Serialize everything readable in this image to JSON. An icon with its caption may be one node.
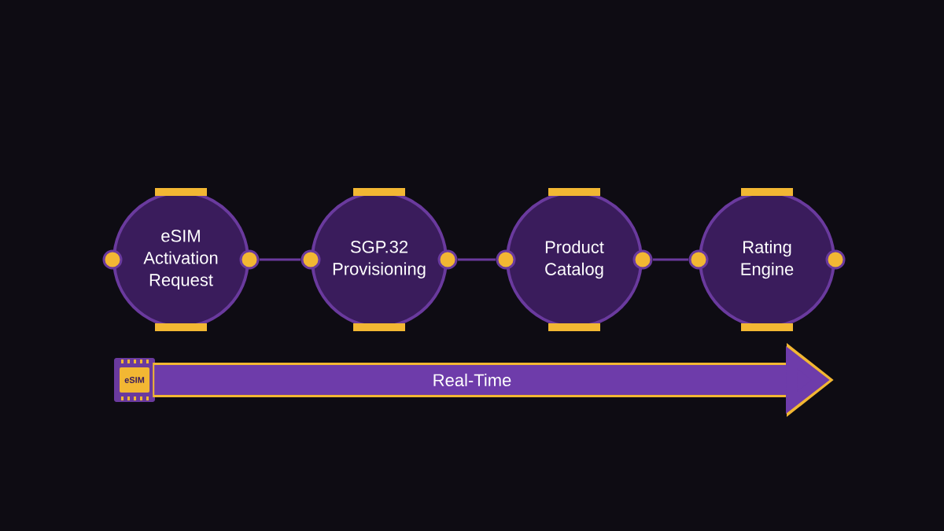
{
  "diagram": {
    "nodes": [
      {
        "text": [
          "eSIM Activation Request"
        ]
      },
      {
        "text": [
          "SGP.32 Provisioning"
        ]
      },
      {
        "text": [
          "Product Catalog"
        ]
      },
      {
        "text": [
          "Rating Engine"
        ]
      },
      {
        "text": [
          "eSIM"
        ]
      }
    ],
    "edges": [
      {
        "from": 0,
        "to": 1,
        "arrow": "none"
      },
      {
        "from": 1,
        "to": 2,
        "arrow": "none"
      },
      {
        "from": 2,
        "to": 3,
        "arrow": "none"
      },
      {
        "from": 4,
        "to": null,
        "arrow": "to",
        "label": "Real-Time",
        "style": "thick",
        "color": "#f2b733"
      }
    ]
  }
}
